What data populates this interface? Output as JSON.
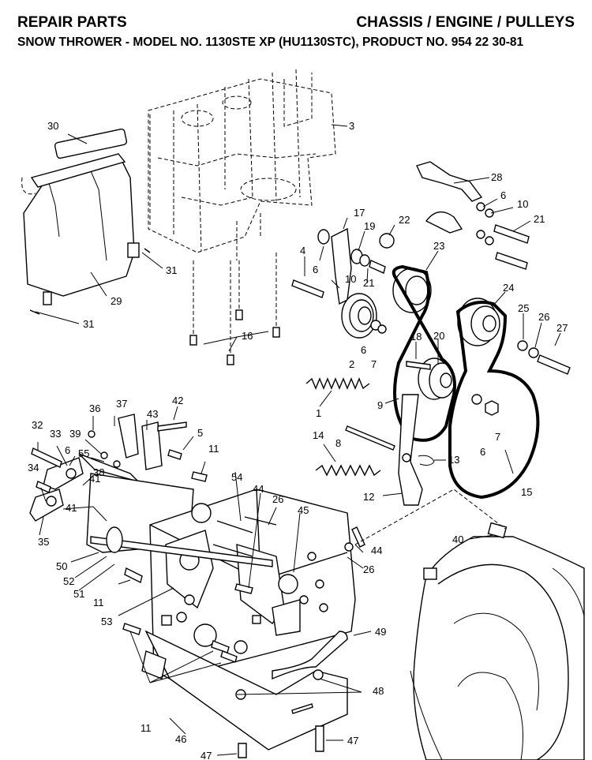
{
  "header": {
    "left_title": "REPAIR PARTS",
    "right_title": "CHASSIS / ENGINE / PULLEYS",
    "subtitle": "SNOW THROWER - MODEL NO. 1130STE XP (HU1130STC), PRODUCT NO. 954 22 30-81"
  },
  "callouts": {
    "c30": "30",
    "c29": "29",
    "c31a": "31",
    "c31b": "31",
    "c3": "3",
    "c16": "16",
    "c28": "28",
    "c6a": "6",
    "c10a": "10",
    "c21a": "21",
    "c22": "22",
    "c17": "17",
    "c19": "19",
    "c4": "4",
    "c6b": "6",
    "c10b": "10",
    "c21b": "21",
    "c23": "23",
    "c24": "24",
    "c25": "25",
    "c26a": "26",
    "c27": "27",
    "c2": "2",
    "c6c": "6",
    "c7a": "7",
    "c18": "18",
    "c20": "20",
    "c1": "1",
    "c9": "9",
    "c6d": "6",
    "c7b": "7",
    "c14": "14",
    "c8": "8",
    "c13": "13",
    "c12": "12",
    "c15": "15",
    "c36": "36",
    "c37": "37",
    "c43": "43",
    "c42": "42",
    "c32": "32",
    "c33": "33",
    "c39": "39",
    "c5": "5",
    "c6e": "6",
    "c55": "55",
    "c34": "34",
    "c38": "38",
    "c41a": "41",
    "c11a": "11",
    "c54": "54",
    "c44a": "44",
    "c26b": "26",
    "c45": "45",
    "c41b": "41",
    "c35": "35",
    "c50": "50",
    "c52": "52",
    "c51": "51",
    "c11b": "11",
    "c44b": "44",
    "c26c": "26",
    "c40": "40",
    "c53": "53",
    "c49": "49",
    "c48": "48",
    "c11c": "11",
    "c46": "46",
    "c47a": "47",
    "c47b": "47"
  }
}
